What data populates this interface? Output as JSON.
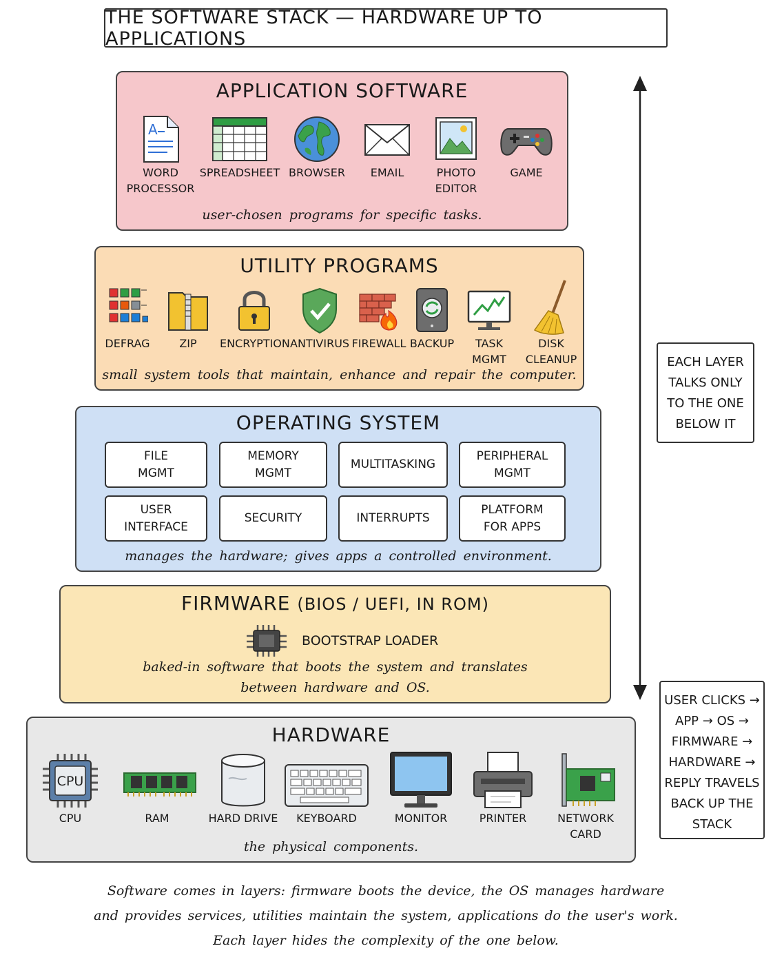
{
  "title": "THE SOFTWARE STACK — HARDWARE UP TO APPLICATIONS",
  "layers": {
    "application": {
      "title": "APPLICATION SOFTWARE",
      "caption": "user-chosen programs for specific tasks.",
      "color": "#f6c7cb",
      "items": [
        {
          "label_line1": "WORD",
          "label_line2": "PROCESSOR",
          "icon": "document-icon"
        },
        {
          "label_line1": "SPREADSHEET",
          "label_line2": "",
          "icon": "spreadsheet-icon"
        },
        {
          "label_line1": "BROWSER",
          "label_line2": "",
          "icon": "globe-icon"
        },
        {
          "label_line1": "EMAIL",
          "label_line2": "",
          "icon": "envelope-icon"
        },
        {
          "label_line1": "PHOTO",
          "label_line2": "EDITOR",
          "icon": "photo-icon"
        },
        {
          "label_line1": "GAME",
          "label_line2": "",
          "icon": "gamepad-icon"
        }
      ]
    },
    "utility": {
      "title": "UTILITY PROGRAMS",
      "caption": "small system tools that maintain, enhance and repair the computer.",
      "color": "#fbdcb5",
      "items": [
        {
          "label": "DEFRAG",
          "icon": "blocks-icon"
        },
        {
          "label": "ZIP",
          "icon": "zip-folder-icon"
        },
        {
          "label": "ENCRYPTION",
          "icon": "padlock-icon"
        },
        {
          "label": "ANTIVIRUS",
          "icon": "shield-icon"
        },
        {
          "label": "FIREWALL",
          "icon": "brick-fire-icon"
        },
        {
          "label": "BACKUP",
          "icon": "backup-drive-icon"
        },
        {
          "label": "TASK MGMT",
          "icon": "monitor-graph-icon"
        },
        {
          "label": "DISK CLEANUP",
          "icon": "broom-icon"
        }
      ]
    },
    "os": {
      "title": "OPERATING SYSTEM",
      "caption": "manages the hardware; gives apps a controlled environment.",
      "color": "#cfe0f5",
      "boxes": [
        {
          "line1": "FILE",
          "line2": "MGMT"
        },
        {
          "line1": "MEMORY",
          "line2": "MGMT"
        },
        {
          "line1": "MULTITASKING",
          "line2": ""
        },
        {
          "line1": "PERIPHERAL",
          "line2": "MGMT"
        },
        {
          "line1": "USER",
          "line2": "INTERFACE"
        },
        {
          "line1": "SECURITY",
          "line2": ""
        },
        {
          "line1": "INTERRUPTS",
          "line2": ""
        },
        {
          "line1": "PLATFORM",
          "line2": "FOR APPS"
        }
      ]
    },
    "firmware": {
      "title": "FIRMWARE",
      "title_suffix": "(BIOS / UEFI, IN ROM)",
      "item_label": "BOOTSTRAP LOADER",
      "icon": "chip-icon",
      "caption_line1": "baked-in software that boots the system and translates",
      "caption_line2": "between hardware and OS.",
      "color": "#fbe6b6"
    },
    "hardware": {
      "title": "HARDWARE",
      "caption": "the physical components.",
      "color": "#e8e8e8",
      "cpu_chip_text": "CPU",
      "items": [
        {
          "label": "CPU",
          "icon": "cpu-icon"
        },
        {
          "label": "RAM",
          "icon": "ram-icon"
        },
        {
          "label": "HARD DRIVE",
          "icon": "hard-drive-icon"
        },
        {
          "label": "KEYBOARD",
          "icon": "keyboard-icon"
        },
        {
          "label": "MONITOR",
          "icon": "monitor-icon"
        },
        {
          "label": "PRINTER",
          "icon": "printer-icon"
        },
        {
          "label": "NETWORK CARD",
          "icon": "network-card-icon"
        }
      ]
    }
  },
  "side_notes": {
    "layer_note": [
      "EACH LAYER",
      "TALKS ONLY",
      "TO THE ONE",
      "BELOW IT"
    ],
    "flow_note": [
      "USER CLICKS →",
      "APP → OS →",
      "FIRMWARE →",
      "HARDWARE →",
      "REPLY TRAVELS",
      "BACK UP THE",
      "STACK"
    ]
  },
  "footer": [
    "Software comes in layers: firmware boots the device, the OS manages hardware",
    "and provides services, utilities maintain the system, applications do the user's work.",
    "Each layer hides the complexity of the one below."
  ]
}
